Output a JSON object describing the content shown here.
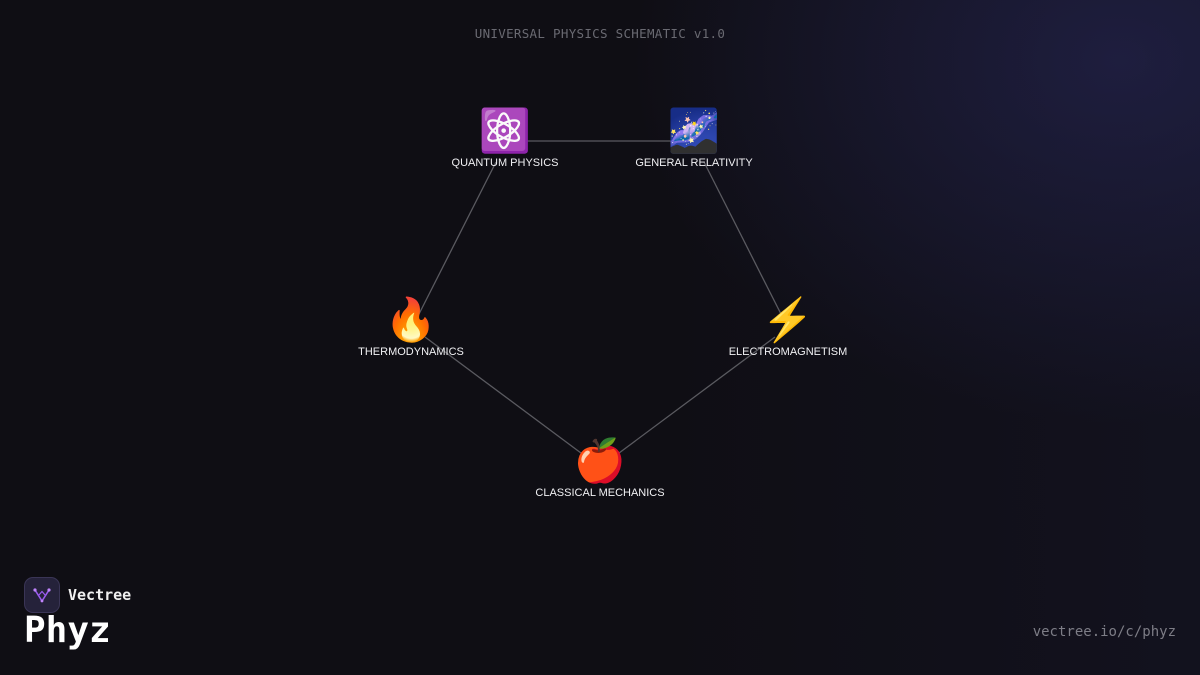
{
  "header": {
    "title": "UNIVERSAL PHYSICS SCHEMATIC v1.0"
  },
  "nodes": [
    {
      "id": "quantum",
      "label": "QUANTUM PHYSICS",
      "icon": "⚛️",
      "icon_name": "atom-icon"
    },
    {
      "id": "relativity",
      "label": "GENERAL RELATIVITY",
      "icon": "🌌",
      "icon_name": "milky-way-icon"
    },
    {
      "id": "thermo",
      "label": "THERMODYNAMICS",
      "icon": "🔥",
      "icon_name": "fire-icon"
    },
    {
      "id": "em",
      "label": "ELECTROMAGNETISM",
      "icon": "⚡",
      "icon_name": "lightning-icon"
    },
    {
      "id": "classical",
      "label": "CLASSICAL MECHANICS",
      "icon": "🍎",
      "icon_name": "apple-icon"
    }
  ],
  "edges": [
    [
      "quantum",
      "relativity"
    ],
    [
      "quantum",
      "thermo"
    ],
    [
      "relativity",
      "em"
    ],
    [
      "thermo",
      "classical"
    ],
    [
      "em",
      "classical"
    ]
  ],
  "brand": {
    "name": "Vectree",
    "logo_icon": "vectree-logo-icon",
    "accent": "#9b5cf0"
  },
  "product": {
    "name": "Phyz"
  },
  "footer": {
    "url": "vectree.io/c/phyz"
  },
  "colors": {
    "background": "#0f0e14",
    "edge": "#5a5a60",
    "label": "#f1f1f4"
  }
}
